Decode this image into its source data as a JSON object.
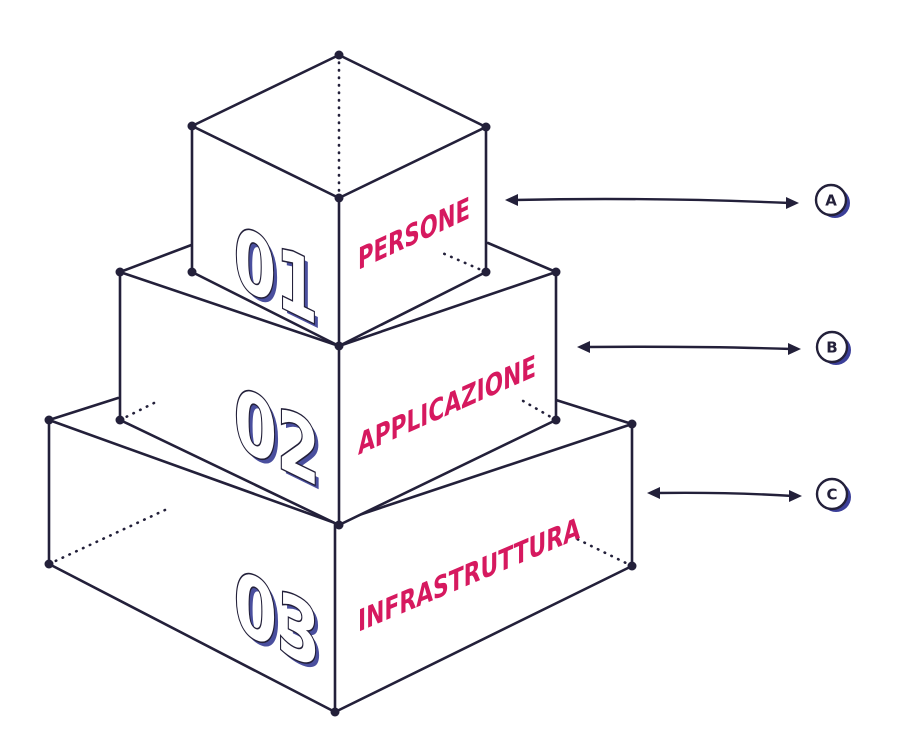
{
  "layers": [
    {
      "number": "01",
      "label": "PERSONE",
      "marker": "A"
    },
    {
      "number": "02",
      "label": "APPLICAZIONE",
      "marker": "B"
    },
    {
      "number": "03",
      "label": "INFRASTRUTTURA",
      "marker": "C"
    }
  ],
  "colors": {
    "ink": "#23203a",
    "label": "#d6195f",
    "number_shadow": "#4a4f9e",
    "badge_shadow": "#3b3f99"
  }
}
